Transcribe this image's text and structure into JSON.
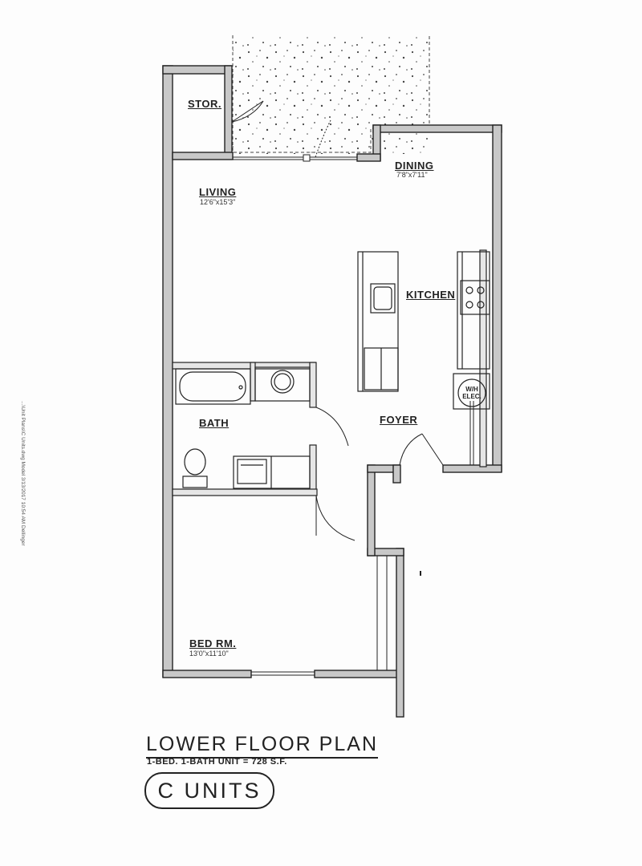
{
  "rooms": {
    "stor": {
      "label": "STOR."
    },
    "living": {
      "label": "LIVING",
      "dim": "12'6\"x15'3\""
    },
    "dining": {
      "label": "DINING",
      "dim": "7'8\"x7'11\""
    },
    "kitchen": {
      "label": "KITCHEN"
    },
    "bath": {
      "label": "BATH"
    },
    "foyer": {
      "label": "FOYER"
    },
    "bedroom": {
      "label": "BED RM.",
      "dim": "13'0\"x11'10\""
    }
  },
  "fixtures": {
    "wm_elec": "W/H ELEC."
  },
  "title": {
    "main": "LOWER FLOOR PLAN",
    "subtitle": "1-BED. 1-BATH UNIT = 728 S.F.",
    "badge": "C UNITS"
  },
  "side_note": "...\\Unit Plans\\C Units.dwg  Model  3/13/2017  10:54 AM  Dellinger",
  "colors": {
    "wall_fill": "#c8c8c8",
    "line": "#222222",
    "patio_dots": "#444444"
  }
}
